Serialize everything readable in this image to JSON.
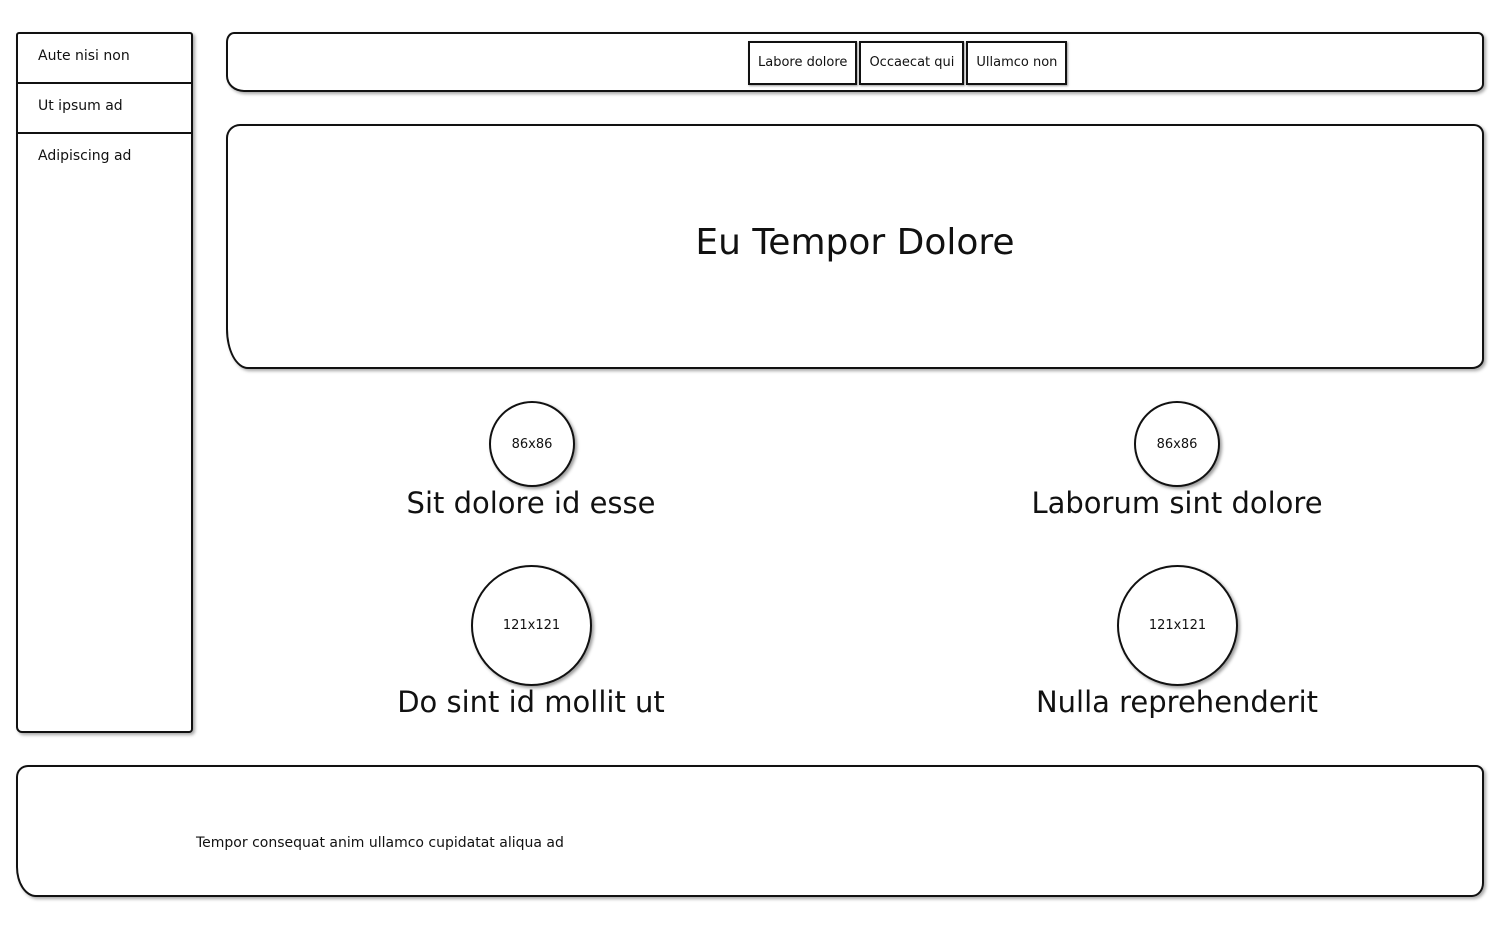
{
  "sidebar": {
    "items": [
      {
        "label": "Aute nisi non"
      },
      {
        "label": "Ut ipsum ad"
      },
      {
        "label": "Adipiscing ad"
      }
    ]
  },
  "topnav": {
    "buttons": [
      {
        "label": "Labore dolore"
      },
      {
        "label": "Occaecat qui"
      },
      {
        "label": "Ullamco non"
      }
    ]
  },
  "hero": {
    "title": "Eu Tempor Dolore"
  },
  "features": [
    {
      "image_label": "86x86",
      "caption": "Sit dolore id esse"
    },
    {
      "image_label": "86x86",
      "caption": "Laborum sint dolore"
    },
    {
      "image_label": "121x121",
      "caption": "Do sint id mollit ut"
    },
    {
      "image_label": "121x121",
      "caption": "Nulla reprehenderit"
    }
  ],
  "footer": {
    "text": "Tempor consequat anim ullamco cupidatat aliqua ad"
  }
}
